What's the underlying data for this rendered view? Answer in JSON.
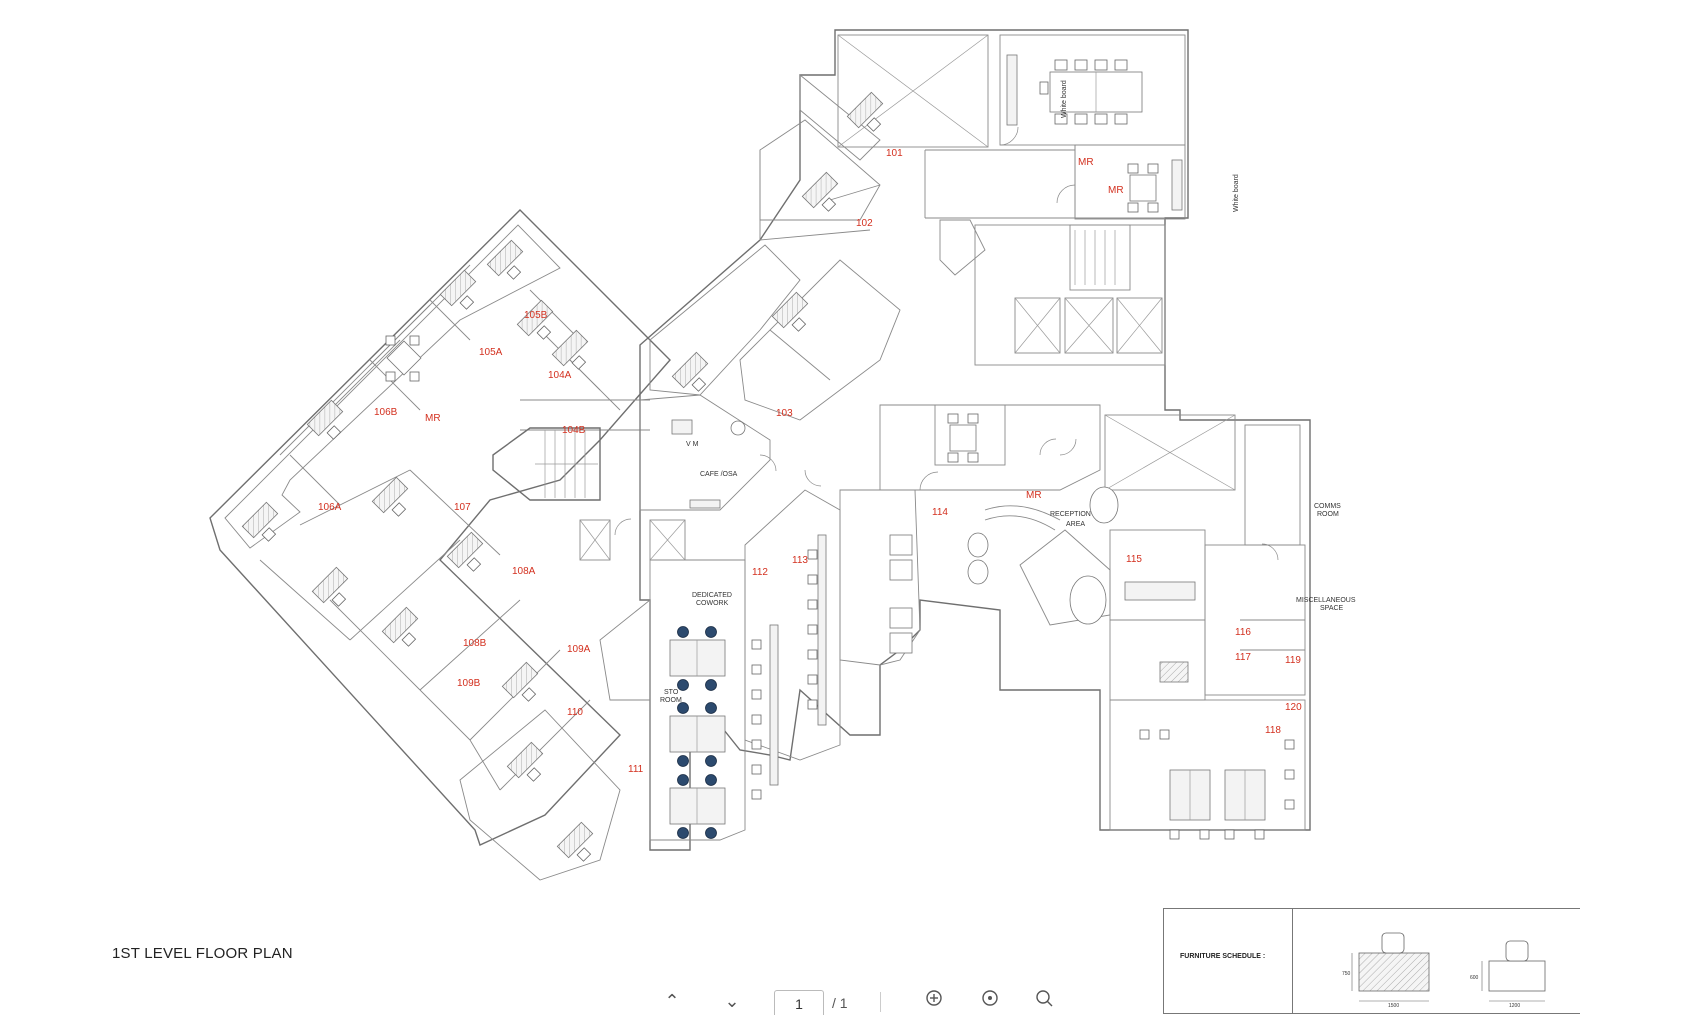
{
  "title": "1ST LEVEL FLOOR PLAN",
  "rooms": [
    "101",
    "102",
    "103",
    "104A",
    "104B",
    "105A",
    "105B",
    "106A",
    "106B",
    "107",
    "108A",
    "108B",
    "109A",
    "109B",
    "110",
    "111",
    "112",
    "113",
    "114",
    "115",
    "116",
    "117",
    "118",
    "119",
    "120"
  ],
  "meeting_rooms": [
    "MR",
    "MR",
    "MR",
    "MR"
  ],
  "areas": {
    "reception": [
      "RECEPTION",
      "AREA"
    ],
    "cafe": "CAFE /OSA",
    "dedicated": [
      "DEDICATED",
      "COWORK"
    ],
    "comms": [
      "COMMS",
      "ROOM"
    ],
    "misc": [
      "MISCELLANEOUS",
      "SPACE"
    ],
    "sto": [
      "STO",
      "ROOM"
    ],
    "vm": "V M",
    "whiteboard_1": "White board",
    "whiteboard_2": "White board"
  },
  "schedule": {
    "label": "FURNITURE SCHEDULE :",
    "dims": [
      "1500",
      "750",
      "1200",
      "600"
    ]
  },
  "viewer": {
    "page": "1",
    "total": "/ 1",
    "icons": [
      "chevron-up-icon",
      "chevron-down-icon",
      "zoom-in-icon",
      "zoom-reset-icon",
      "search-icon"
    ]
  },
  "colors": {
    "room_label": "#d3301f",
    "line": "#6f6f6f",
    "chair_accent": "#2c4a6e"
  }
}
